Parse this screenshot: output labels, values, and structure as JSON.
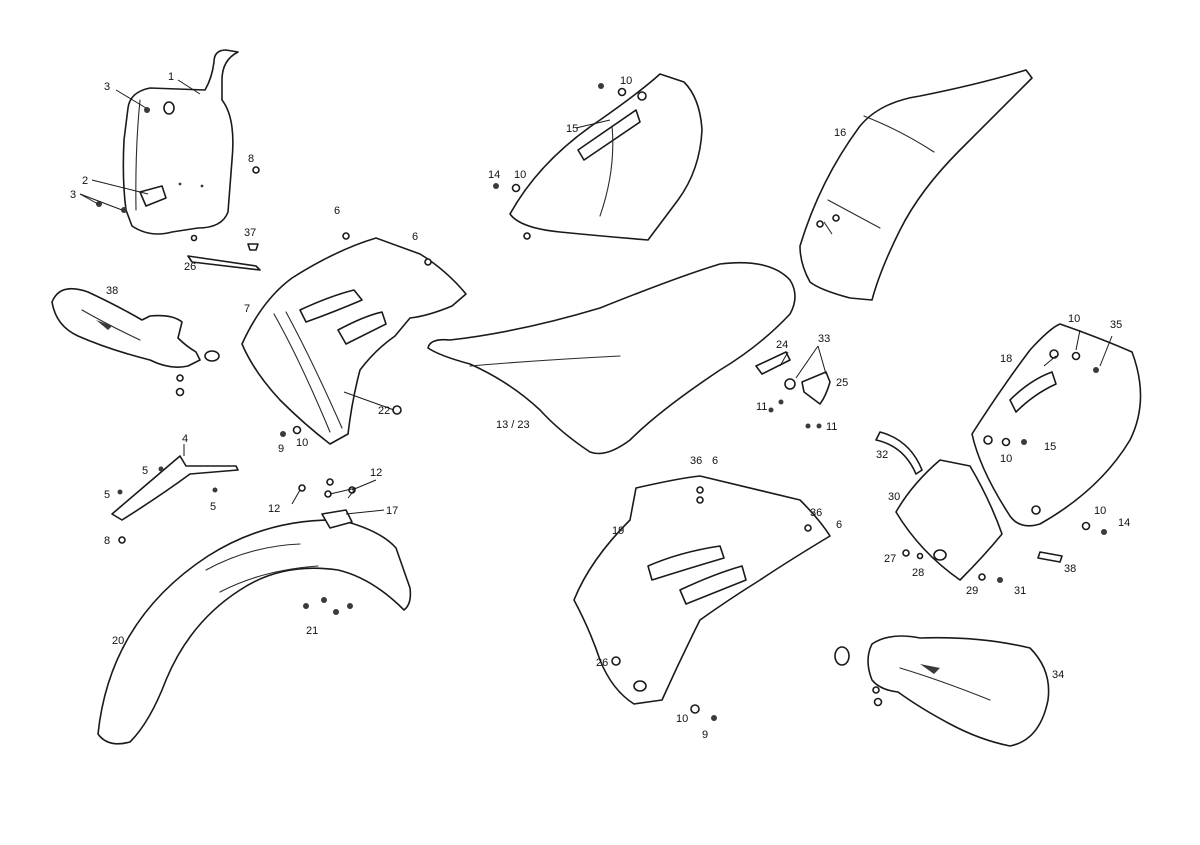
{
  "callouts": {
    "c1": "1",
    "c2": "2",
    "c3": "3",
    "c4": "4",
    "c5": "5",
    "c6": "6",
    "c7": "7",
    "c8": "8",
    "c9": "9",
    "c10": "10",
    "c11": "11",
    "c12": "12",
    "c13_23": "13 / 23",
    "c14": "14",
    "c15": "15",
    "c16": "16",
    "c17": "17",
    "c18": "18",
    "c19": "19",
    "c20": "20",
    "c21": "21",
    "c22": "22",
    "c24": "24",
    "c25": "25",
    "c26": "26",
    "c27": "27",
    "c28": "28",
    "c29": "29",
    "c30": "30",
    "c31": "31",
    "c32": "32",
    "c33": "33",
    "c34": "34",
    "c35": "35",
    "c36": "36",
    "c37": "37",
    "c38": "38"
  }
}
